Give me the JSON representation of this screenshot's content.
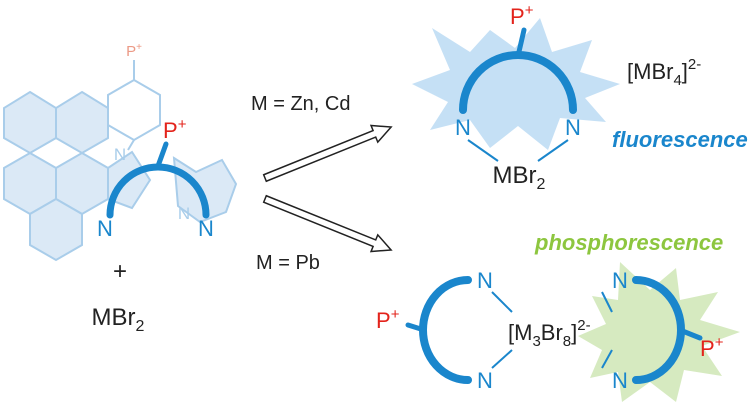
{
  "colors": {
    "ligand_blue": "#1a86cc",
    "faded_blue": "#a9cdea",
    "ring_fill": "#dbe9f6",
    "red": "#e3231b",
    "faded_red": "#ec9a86",
    "green": "#8dc63f",
    "glow_blue": "#b7d8f2",
    "glow_green": "#cfe6b5",
    "text": "#222222"
  },
  "reactant": {
    "p_faded": "P",
    "p_faded_sup": "+",
    "p_main": "P",
    "p_main_sup": "+",
    "n_bridge": "N",
    "n_left": "N",
    "n_right": "N",
    "n_ring": "N",
    "plus": "+",
    "salt_main": "MBr",
    "salt_sub": "2"
  },
  "arrows": {
    "upper_label": "M = Zn, Cd",
    "lower_label": "M = Pb"
  },
  "product_top": {
    "p": "P",
    "p_sup": "+",
    "anion_left": "[MBr",
    "anion_sub": "4",
    "anion_right": "]",
    "anion_sup": "2-",
    "n_left": "N",
    "n_right": "N",
    "metal_main": "MBr",
    "metal_sub": "2",
    "emission": "fluorescence"
  },
  "product_bottom": {
    "emission": "phosphorescence",
    "p_left": "P",
    "p_left_sup": "+",
    "p_right": "P",
    "p_right_sup": "+",
    "n_tl": "N",
    "n_bl": "N",
    "n_tr": "N",
    "n_br": "N",
    "cluster_a": "[M",
    "cluster_sub1": "3",
    "cluster_b": "Br",
    "cluster_sub2": "8",
    "cluster_c": "]",
    "cluster_sup": "2-"
  }
}
